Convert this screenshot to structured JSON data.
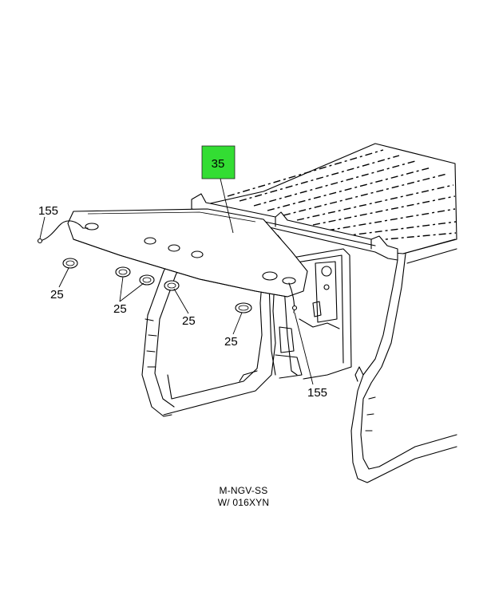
{
  "callouts": {
    "c35": "35",
    "c155_left": "155",
    "c155_right": "155",
    "c25_a": "25",
    "c25_b": "25",
    "c25_c": "25",
    "c25_d": "25"
  },
  "caption": {
    "line1": "M-NGV-SS",
    "line2": "W/ 016XYN"
  },
  "colors": {
    "highlight": "#33dd33",
    "stroke": "#000000",
    "background": "#ffffff"
  }
}
